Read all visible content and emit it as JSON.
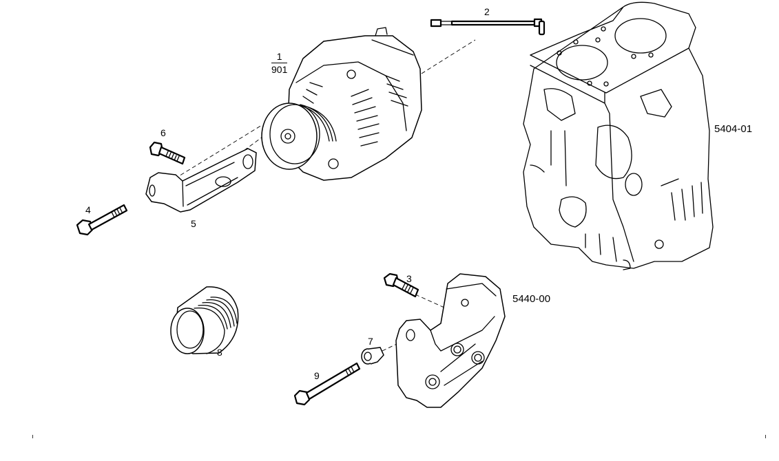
{
  "diagram": {
    "type": "exploded-parts-view",
    "parts": [
      {
        "id": "1",
        "sub": "901",
        "name": "alternator"
      },
      {
        "id": "2",
        "name": "cable"
      },
      {
        "id": "3",
        "name": "bolt"
      },
      {
        "id": "4",
        "name": "bolt"
      },
      {
        "id": "5",
        "name": "bracket"
      },
      {
        "id": "6",
        "name": "bolt"
      },
      {
        "id": "7",
        "name": "bushing"
      },
      {
        "id": "8",
        "name": "pulley"
      },
      {
        "id": "9",
        "name": "bolt"
      }
    ],
    "references": [
      {
        "code": "5404-01",
        "name": "engine-block"
      },
      {
        "code": "5440-00",
        "name": "alternator-support"
      }
    ]
  }
}
